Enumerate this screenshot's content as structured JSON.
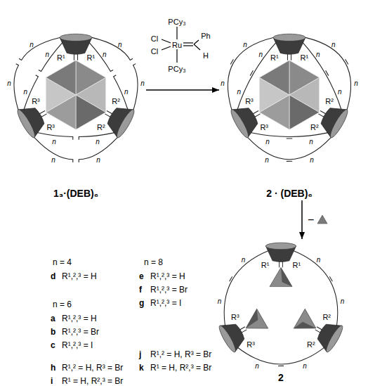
{
  "diagram": {
    "nodes": [
      {
        "text": [
          "1₃·(DEB)₆"
        ]
      },
      {
        "text": [
          "2 · (DEB)₆"
        ]
      },
      {
        "text": [
          "2"
        ]
      }
    ],
    "edges": [
      {
        "from": 0,
        "to": 1,
        "arrow": "to"
      },
      {
        "from": 1,
        "to": 2,
        "arrow": "to",
        "label": "−"
      }
    ],
    "labels": [
      "PCy₃",
      "Cl",
      "Cl",
      "Ru",
      "Ph",
      "H",
      "PCy₃",
      "R¹",
      "R¹",
      "R²",
      "R²",
      "R³",
      "R³",
      "n",
      "n",
      "n",
      "n",
      "n",
      "n",
      "n",
      "n",
      "n",
      "n",
      "n",
      "n",
      "R¹",
      "R¹",
      "R²",
      "R²",
      "R³",
      "R³",
      "n",
      "n",
      "n",
      "n",
      "n",
      "n",
      "n",
      "n",
      "n",
      "n",
      "n",
      "n",
      "R¹",
      "R¹",
      "R²",
      "R²",
      "R³",
      "R³",
      "n",
      "n",
      "n",
      "n",
      "n",
      "n",
      "n = 4",
      "n = 8",
      "d",
      "R¹,²,³ = H",
      "e",
      "R¹,²,³ = H",
      "f",
      "R¹,²,³ = Br",
      "g",
      "R¹,²,³ = I",
      "n = 6",
      "a",
      "R¹,²,³ = H",
      "b",
      "R¹,²,³ = Br",
      "c",
      "R¹,²,³ = I",
      "h",
      "R¹,² = H, R³ = Br",
      "j",
      "R¹,² = H, R³ = Br",
      "i",
      "R¹ = H, R²,³ = Br",
      "k",
      "R¹ = H, R²,³ = Br"
    ]
  }
}
